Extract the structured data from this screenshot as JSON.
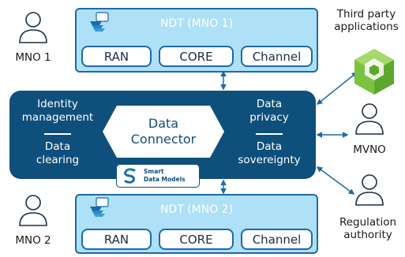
{
  "ndt_top": {
    "title": "NDT (MNO 1)",
    "modules": [
      "RAN",
      "CORE",
      "Channel"
    ]
  },
  "ndt_bottom": {
    "title": "NDT (MNO 2)",
    "modules": [
      "RAN",
      "CORE",
      "Channel"
    ]
  },
  "connector": {
    "left_top": [
      "Identity",
      "management"
    ],
    "left_bottom": [
      "Data",
      "clearing"
    ],
    "center": [
      "Data",
      "Connector"
    ],
    "right_top": [
      "Data",
      "privacy"
    ],
    "right_bottom": [
      "Data",
      "sovereignty"
    ],
    "badge": [
      "Smart",
      "Data Models"
    ]
  },
  "actors": {
    "mno1": "MNO 1",
    "mno2": "MNO 2",
    "third_party": [
      "Third party",
      "applications"
    ],
    "mvno": "MVNO",
    "regulation": [
      "Regulation",
      "authority"
    ]
  },
  "colors": {
    "ndt_fill": "#aee0f7",
    "ndt_border": "#1c6aa8",
    "connector_fill": "#0f4f7c",
    "app_green": "#7cc242"
  },
  "icons": [
    "person-icon",
    "digital-twin-icon",
    "hexagon-icon",
    "smart-data-models-logo",
    "app-cube-icon"
  ]
}
